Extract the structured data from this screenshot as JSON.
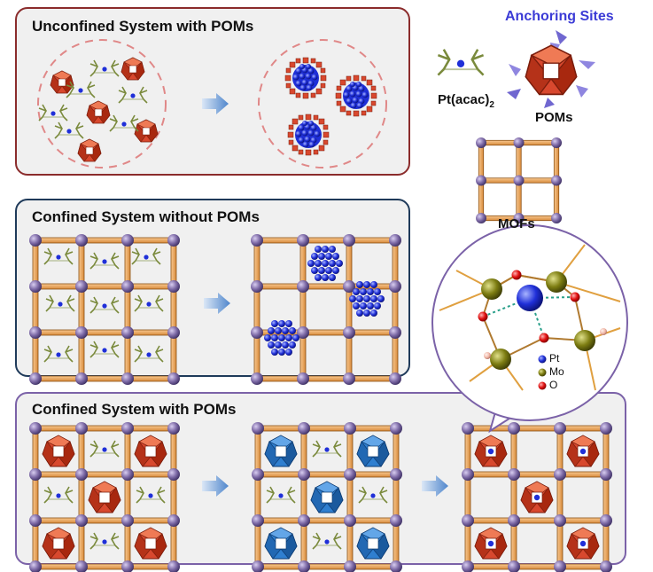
{
  "panels": {
    "unconfined_title": "Unconfined System with POMs",
    "confined_no_pom_title": "Confined System without POMs",
    "confined_pom_title": "Confined System with POMs"
  },
  "legend": {
    "anchoring_sites": "Anchoring Sites",
    "pt_acac": "Pt(acac)",
    "pt_acac_sub": "2",
    "poms": "POMs",
    "mofs": "MOFs"
  },
  "inset_legend": {
    "pt": "Pt",
    "mo": "Mo",
    "o": "O"
  },
  "colors": {
    "pom_red": "#d8482e",
    "pom_blue": "#2f7fd0",
    "node_purple": "#7d6aa6",
    "linker_orange": "#f0a050",
    "ligand_green": "#7a8a3c",
    "pt_blue": "#1f2fd8",
    "mo_olive": "#7d7d12",
    "o_red": "#e01010",
    "arrow_blue": "#6f9ed6"
  }
}
